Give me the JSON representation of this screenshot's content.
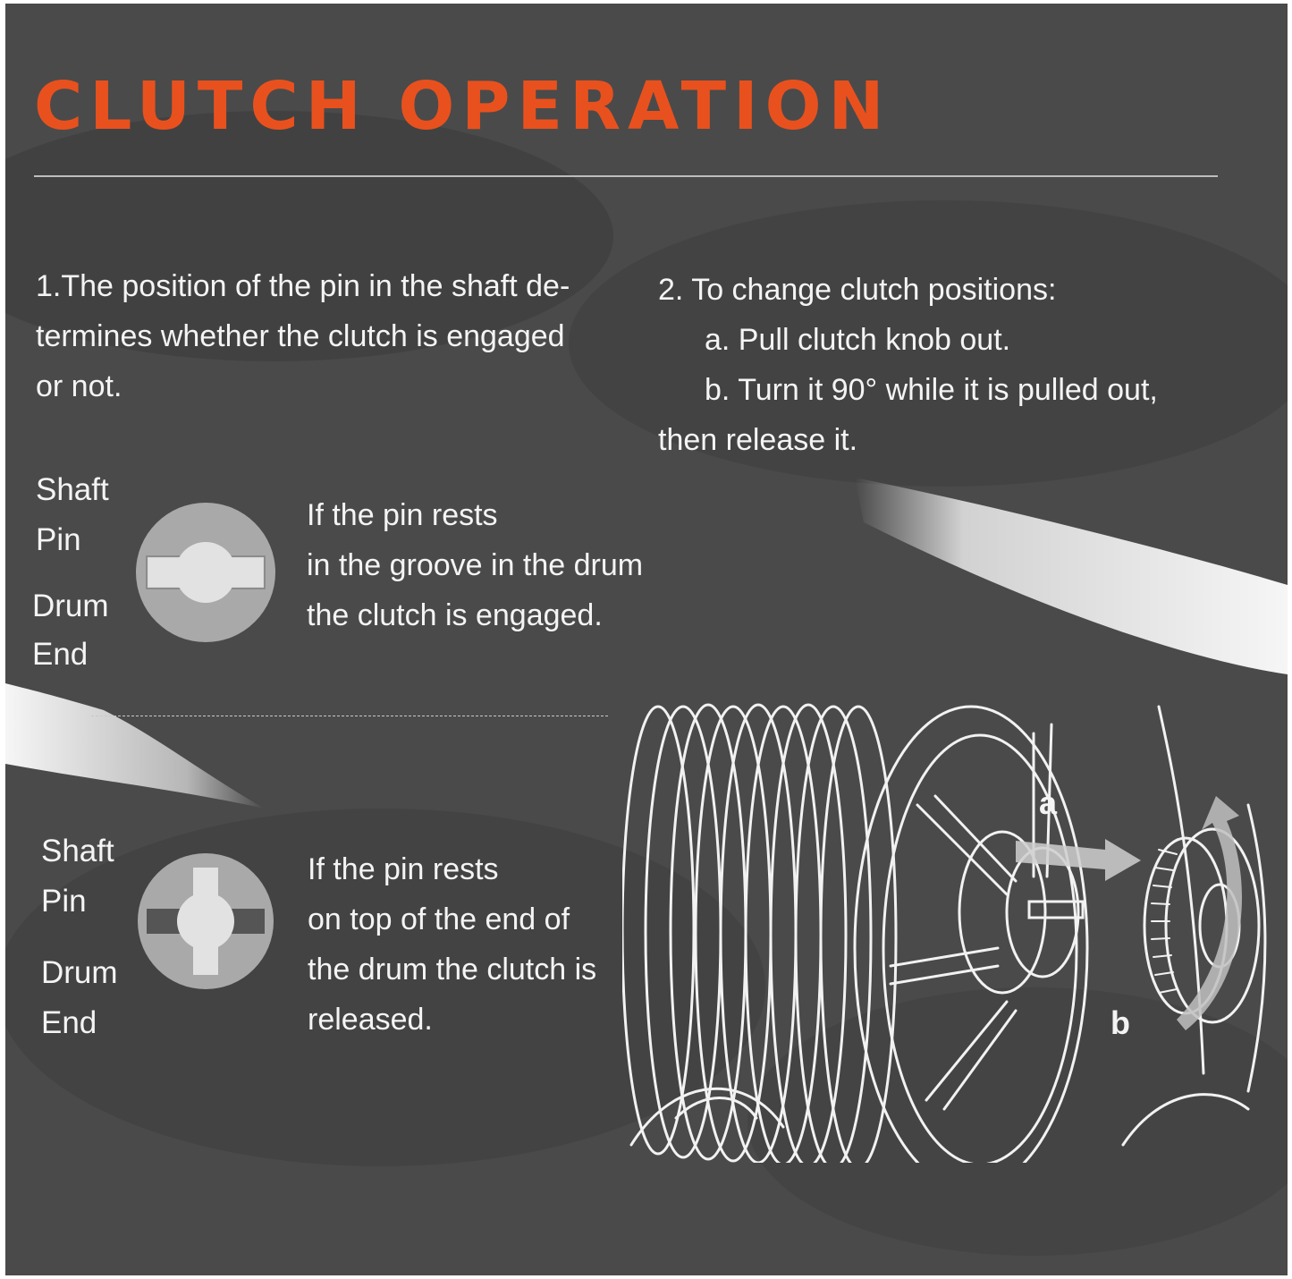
{
  "title": "CLUTCH OPERATION",
  "intro": {
    "line1": "1.The position of the pin in the shaft de-",
    "line2": "termines whether the clutch is engaged",
    "line3": "or not."
  },
  "steps": {
    "heading": "2. To change clutch positions:",
    "a": "a. Pull clutch knob out.",
    "b": "b. Turn it 90°   while it is pulled out,",
    "b_cont": "then release it."
  },
  "engaged": {
    "labels": [
      "Shaft",
      "Pin",
      "Drum",
      "End"
    ],
    "line1": "If the pin rests",
    "line2": "in the groove in the drum",
    "line3": "the clutch is engaged."
  },
  "released": {
    "labels": [
      "Shaft",
      "Pin",
      "Drum",
      "End"
    ],
    "line1": "If the pin rests",
    "line2": "on top of the end of",
    "line3": "the drum the clutch is",
    "line4": "released."
  },
  "illustration": {
    "label_a": "a",
    "label_b": "b"
  },
  "colors": {
    "accent": "#e8511e",
    "background": "#4a4a4a",
    "text": "#f4f4f4",
    "disc_outer": "#a9a9a9",
    "disc_inner": "#dedede"
  }
}
